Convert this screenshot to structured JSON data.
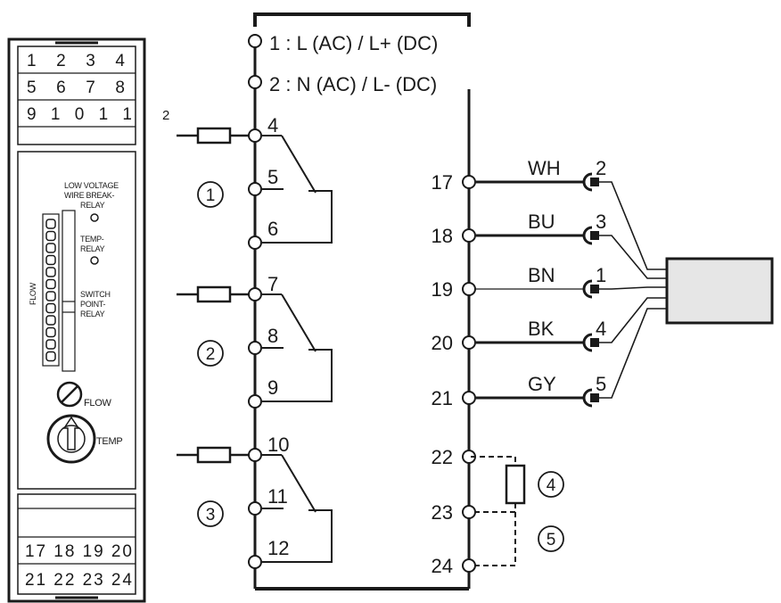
{
  "device": {
    "top_terminals": [
      "1 2 3 4",
      "5 6 7 8",
      "9 1 0 1 1"
    ],
    "bottom_terminals": [
      "17 18 19 20",
      "21 22 23 24"
    ],
    "top_overflow": "2",
    "led_labels": {
      "low_voltage": "LOW VOLTAGE",
      "wire_break": "WIRE BREAK-",
      "relay1": "RELAY",
      "temp": "TEMP-",
      "relay2": "RELAY",
      "switch": "SWITCH",
      "point": "POINT-",
      "relay3": "RELAY",
      "flow_vertical": "FLOW"
    },
    "pot_flow": "FLOW",
    "pot_temp": "TEMP"
  },
  "power": {
    "l1": "1 : L (AC) / L+ (DC)",
    "l2": "2 : N (AC) / L- (DC)"
  },
  "relay_groups": [
    {
      "id": "1",
      "terms": [
        "4",
        "5",
        "6"
      ]
    },
    {
      "id": "2",
      "terms": [
        "7",
        "8",
        "9"
      ]
    },
    {
      "id": "3",
      "terms": [
        "10",
        "11",
        "12"
      ]
    }
  ],
  "sensor_terminals": [
    {
      "num": "17",
      "color": "WH",
      "pin": "2"
    },
    {
      "num": "18",
      "color": "BU",
      "pin": "3"
    },
    {
      "num": "19",
      "color": "BN",
      "pin": "1"
    },
    {
      "num": "20",
      "color": "BK",
      "pin": "4"
    },
    {
      "num": "21",
      "color": "GY",
      "pin": "5"
    }
  ],
  "extra_terminals": [
    "22",
    "23",
    "24"
  ],
  "markers": {
    "resistor": "4",
    "bridge": "5"
  }
}
